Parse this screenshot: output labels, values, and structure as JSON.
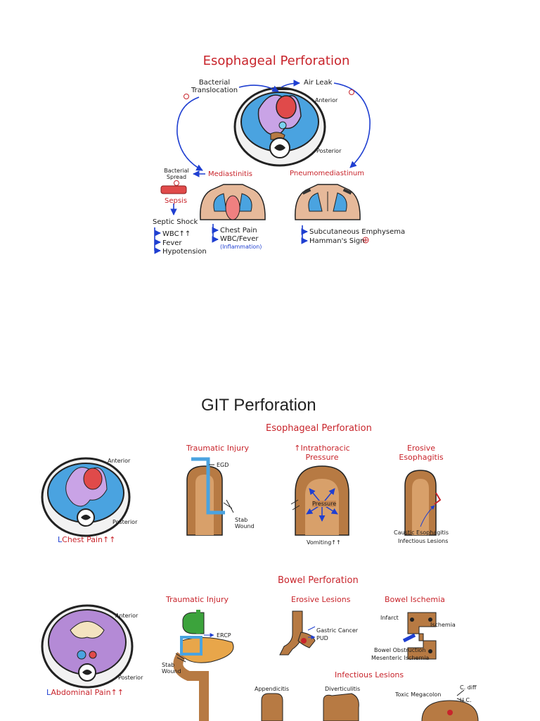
{
  "top": {
    "title": "Esophageal Perforation",
    "bacterial_translocation": "Bacterial Translocation",
    "air_leak": "Air Leak",
    "anterior": "Anterior",
    "posterior": "Posterior",
    "bacterial_spread": "Bacterial Spread",
    "mediastinitis": "Mediastinitis",
    "pneumomediastinum": "Pneumomediastinum",
    "sepsis": "Sepsis",
    "septic_shock": "Septic Shock",
    "shock_list": [
      "WBC↑↑",
      "Fever",
      "Hypotension"
    ],
    "mediastinitis_list": [
      "Chest Pain",
      "WBC/Fever"
    ],
    "inflammation": "(Inflammation)",
    "pneumo_list": [
      "Subcutaneous Emphysema",
      "Hamman's Sign"
    ]
  },
  "git": {
    "title": "GIT Perforation",
    "esophageal": {
      "heading": "Esophageal Perforation",
      "anterior": "Anterior",
      "posterior": "Posterior",
      "symptom": "Chest Pain↑↑",
      "traumatic_injury": "Traumatic Injury",
      "egd": "EGD",
      "stab_wound": "Stab Wound",
      "intrathoracic_pressure": "↑Intrathoracic Pressure",
      "pressure": "Pressure",
      "vomiting": "Vomiting↑↑",
      "erosive_esophagitis": "Erosive Esophagitis",
      "caustic": "Caustic Esophagitis",
      "infectious": "Infectious Lesions"
    },
    "bowel": {
      "heading": "Bowel Perforation",
      "anterior": "Anterior",
      "posterior": "Posterior",
      "symptom": "Abdominal Pain↑↑",
      "traumatic_injury": "Traumatic Injury",
      "ercp": "ERCP",
      "stab_wound": "Stab Wound",
      "erosive_lesions": "Erosive Lesions",
      "gastric_cancer": "Gastric Cancer",
      "pud": "PUD",
      "bowel_ischemia": "Bowel Ischemia",
      "infarct": "Infarct",
      "ischemia": "Ischemia",
      "bowel_obstruction": "Bowel Obstruction",
      "mesenteric_ischemia": "Mesenteric Ischemia",
      "infectious_lesions": "Infectious Lesions",
      "appendicitis": "Appendicitis",
      "diverticulitis": "Diverticulitis",
      "toxic_megacolon": "Toxic Megacolon",
      "c_diff": "C. diff",
      "uc": "U.C."
    }
  },
  "colors": {
    "red": "#c8242b",
    "blue": "#1f3fd1",
    "fluid_blue": "#4aa3e0",
    "purple": "#b48ad6",
    "tissue_brown": "#b77a43",
    "skin": "#e6b99a"
  }
}
